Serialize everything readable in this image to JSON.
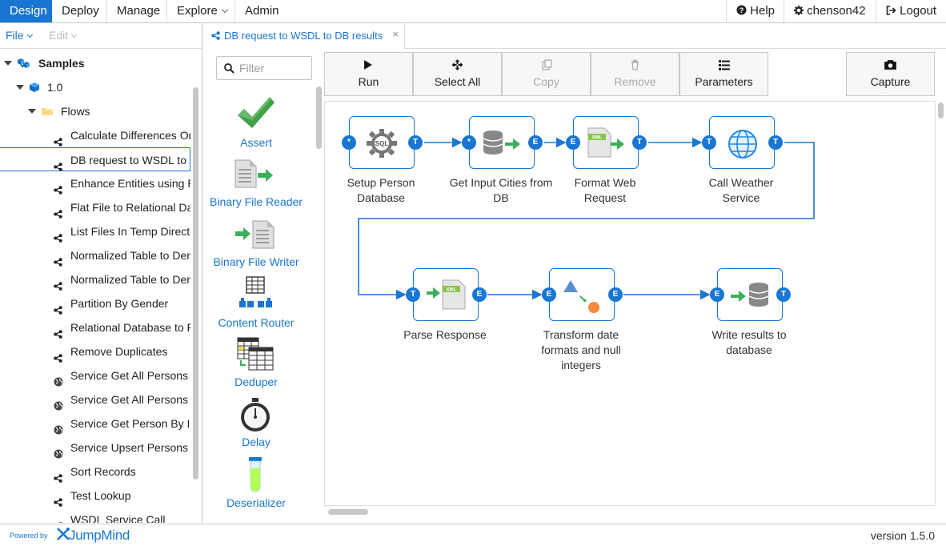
{
  "nav": {
    "items": [
      "Design",
      "Deploy",
      "Manage",
      "Explore",
      "Admin"
    ],
    "help": "Help",
    "user": "chenson42",
    "logout": "Logout"
  },
  "explorer": {
    "menu_file": "File",
    "menu_edit": "Edit",
    "project": "Samples",
    "version": "1.0",
    "folder": "Flows",
    "flows": [
      {
        "label": "Calculate Differences Only",
        "icon": "flow-icon"
      },
      {
        "label": "DB request to WSDL to DB results",
        "icon": "flow-icon"
      },
      {
        "label": "Enhance Entities using Ro",
        "icon": "flow-icon"
      },
      {
        "label": "Flat File to Relational Data",
        "icon": "flow-icon"
      },
      {
        "label": "List Files In Temp Directory",
        "icon": "flow-icon"
      },
      {
        "label": "Normalized Table to Deno",
        "icon": "flow-icon"
      },
      {
        "label": "Normalized Table to Deno",
        "icon": "flow-icon"
      },
      {
        "label": "Partition By Gender",
        "icon": "flow-icon"
      },
      {
        "label": "Relational Database to Fla",
        "icon": "flow-icon"
      },
      {
        "label": "Remove Duplicates",
        "icon": "flow-icon"
      },
      {
        "label": "Service Get All Persons",
        "icon": "globe-icon"
      },
      {
        "label": "Service Get All Persons Co",
        "icon": "globe-icon"
      },
      {
        "label": "Service Get Person By Id",
        "icon": "globe-icon"
      },
      {
        "label": "Service Upsert Persons",
        "icon": "globe-icon"
      },
      {
        "label": "Sort Records",
        "icon": "flow-icon"
      },
      {
        "label": "Test Lookup",
        "icon": "flow-icon"
      },
      {
        "label": "WSDL Service Call",
        "icon": "flow-icon"
      }
    ]
  },
  "tab": {
    "title": "DB request to WSDL to DB results",
    "close": "×"
  },
  "palette": {
    "filter_placeholder": "Filter",
    "items": [
      "Assert",
      "Binary File Reader",
      "Binary File Writer",
      "Content Router",
      "Deduper",
      "Delay",
      "Deserializer"
    ]
  },
  "toolbar": {
    "run": "Run",
    "select_all": "Select All",
    "copy": "Copy",
    "remove": "Remove",
    "parameters": "Parameters",
    "capture": "Capture"
  },
  "flow": {
    "nodes": [
      {
        "label": "Setup Person Database",
        "icon": "sql-gear-icon",
        "in": "*",
        "out": "T"
      },
      {
        "label": "Get Input Cities from DB",
        "icon": "database-arrow-icon",
        "in": "*",
        "out": "E"
      },
      {
        "label": "Format Web Request",
        "icon": "xml-doc-icon",
        "in": "E",
        "out": "T"
      },
      {
        "label": "Call Weather Service",
        "icon": "globe-icon",
        "in": "T",
        "out": "T"
      },
      {
        "label": "Parse Response",
        "icon": "xml-parse-icon",
        "in": "T",
        "out": "E"
      },
      {
        "label": "Transform date formats and null integers",
        "icon": "transform-shapes-icon",
        "in": "E",
        "out": "E"
      },
      {
        "label": "Write results to database",
        "icon": "database-write-icon",
        "in": "E",
        "out": "T"
      }
    ]
  },
  "footer": {
    "powered": "Powered by",
    "brand": "JumpMind",
    "version": "version 1.5.0"
  },
  "colors": {
    "accent": "#1976d2",
    "check_green": "#43a047",
    "arrow_green": "#3cae5a"
  }
}
